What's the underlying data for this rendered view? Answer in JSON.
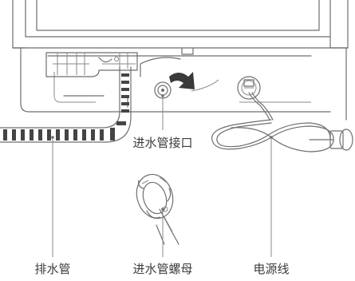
{
  "labels": {
    "inlet_port": "进水管接口",
    "drain_hose": "排水管",
    "inlet_nut": "进水管螺母",
    "power_cord": "电源线"
  },
  "colors": {
    "line": "#6e6e6e",
    "hose_rib": "#444444",
    "arrow": "#3a3a3a",
    "label_text": "#3c3c3c"
  },
  "icons": {
    "turn_direction": "curved-arrow-icon"
  }
}
